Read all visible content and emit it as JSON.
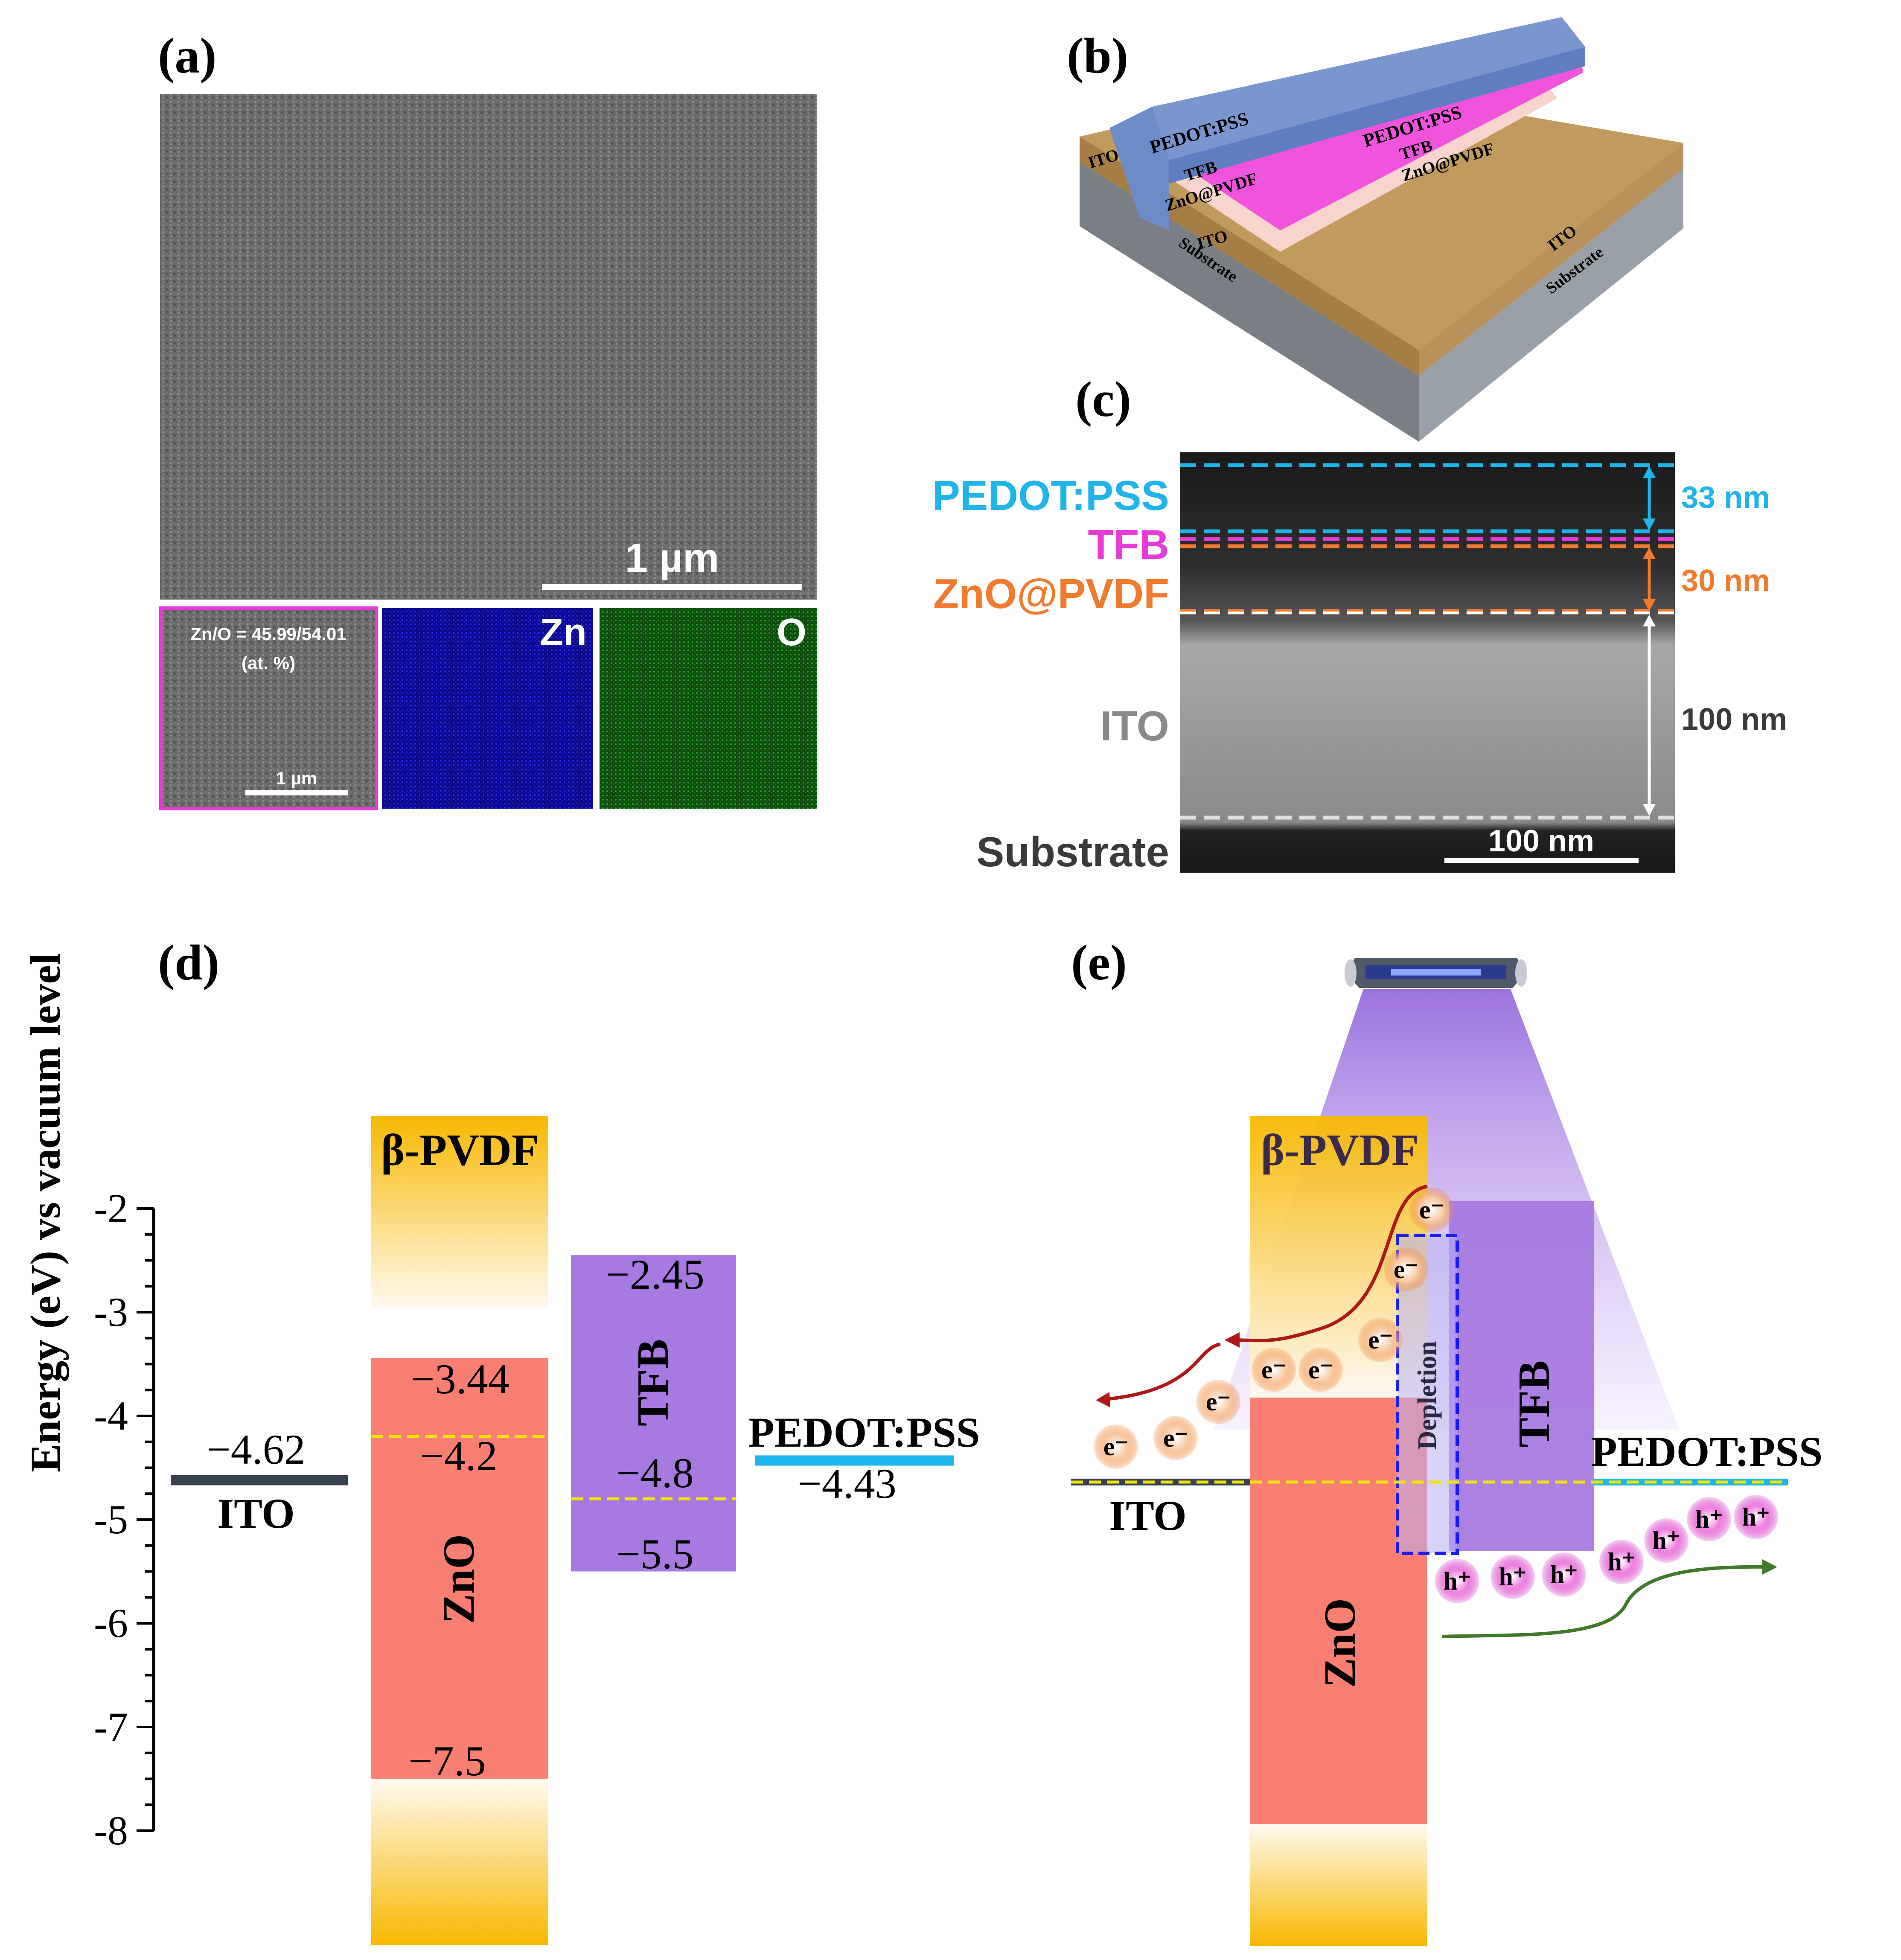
{
  "panels": {
    "a": {
      "label": "(a)",
      "scale_bar": "1 µm",
      "inset_ratio": "Zn/O = 45.99/54.01",
      "inset_unit": "(at. %)",
      "inset_scale_bar": "1 µm",
      "map_zn": "Zn",
      "map_o": "O"
    },
    "b": {
      "label": "(b)",
      "layers": {
        "pedot_left": "PEDOT:PSS",
        "tfb_left": "TFB",
        "zno_left": "ZnO@PVDF",
        "ito_left": "ITO",
        "ito_left_edge": "ITO",
        "substrate_left": "Substrate",
        "pedot_right": "PEDOT:PSS",
        "tfb_right": "TFB",
        "zno_right": "ZnO@PVDF",
        "ito_right": "ITO",
        "substrate_right": "Substrate"
      }
    },
    "c": {
      "label": "(c)",
      "layer_labels": {
        "pedot": "PEDOT:PSS",
        "tfb": "TFB",
        "zno": "ZnO@PVDF",
        "ito": "ITO",
        "substrate": "Substrate"
      },
      "thickness": {
        "pedot": "33 nm",
        "zno": "30 nm",
        "ito": "100 nm"
      },
      "scale_bar": "100 nm"
    },
    "d": {
      "label": "(d)",
      "ylabel": "Energy (eV) vs vacuum level",
      "ytick_labels": [
        "-2",
        "-3",
        "-4",
        "-5",
        "-6",
        "-7",
        "-8"
      ],
      "ylim": [
        -8,
        -2
      ],
      "levels": {
        "ito": {
          "value": "−4.62",
          "name": "ITO"
        },
        "pvdf": {
          "name": "β-PVDF"
        },
        "zno": {
          "name": "ZnO",
          "cb": "−3.44",
          "fermi": "−4.2",
          "vb": "−7.5"
        },
        "tfb": {
          "name": "TFB",
          "lumo": "−2.45",
          "fermi": "−4.8",
          "homo": "−5.5"
        },
        "pedot": {
          "value": "−4.43",
          "name": "PEDOT:PSS"
        }
      },
      "energies": {
        "ito": -4.62,
        "zno_cb": -3.44,
        "zno_fermi": -4.2,
        "zno_vb": -7.5,
        "tfb_lumo": -2.45,
        "tfb_fermi": -4.8,
        "tfb_homo": -5.5,
        "pedot": -4.43
      }
    },
    "e": {
      "label": "(e)",
      "pvdf": "β-PVDF",
      "zno": "ZnO",
      "tfb": "TFB",
      "depletion": "Depletion",
      "ito": "ITO",
      "pedot": "PEDOT:PSS",
      "electron": "e⁻",
      "hole": "h⁺"
    }
  },
  "colors": {
    "pedot": "#1fb4ea",
    "tfb": "#e83ad8",
    "zno": "#f07a2e",
    "zno_band": "#fa7f73",
    "tfb_band": "#a67ae0",
    "pvdf_gold": "#f8b800",
    "ito_line": "#37404f",
    "fermi": "#f2e600"
  }
}
